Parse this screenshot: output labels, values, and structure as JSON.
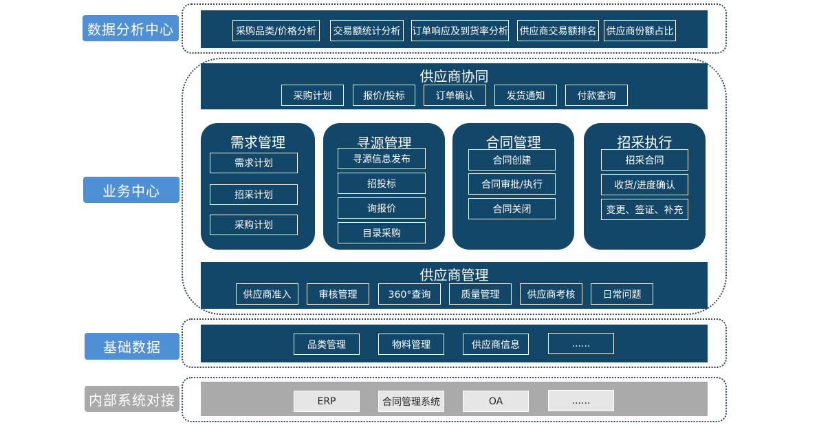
{
  "sidebar": {
    "analysis": "数据分析中心",
    "business": "业务中心",
    "basic": "基础数据",
    "internal": "内部系统对接"
  },
  "analysis": {
    "items": [
      "采购品类/价格分析",
      "交易额统计分析",
      "订单响应及到货率分析",
      "供应商交易额排名",
      "供应商份额占比"
    ]
  },
  "collab": {
    "title": "供应商协同",
    "items": [
      "采购计划",
      "报价/投标",
      "订单确认",
      "发货通知",
      "付款查询"
    ]
  },
  "cards": [
    {
      "title": "需求管理",
      "items": [
        "需求计划",
        "招采计划",
        "采购计划"
      ]
    },
    {
      "title": "寻源管理",
      "items": [
        "寻源信息发布",
        "招投标",
        "询报价",
        "目录采购"
      ]
    },
    {
      "title": "合同管理",
      "items": [
        "合同创建",
        "合同审批/执行",
        "合同关闭"
      ]
    },
    {
      "title": "招采执行",
      "items": [
        "招采合同",
        "收货/进度确认",
        "变更、签证、补充"
      ]
    }
  ],
  "supplier_mgmt": {
    "title": "供应商管理",
    "items": [
      "供应商准入",
      "审核管理",
      "360°查询",
      "质量管理",
      "供应商考核",
      "日常问题"
    ]
  },
  "basic_data": {
    "items": [
      "品类管理",
      "物料管理",
      "供应商信息",
      "......"
    ]
  },
  "internal_sys": {
    "items": [
      "ERP",
      "合同管理系统",
      "OA",
      "......"
    ]
  },
  "colors": {
    "navy": "#12476a",
    "side_blue": "#4f8fd6",
    "gray": "#aaaaaa"
  }
}
